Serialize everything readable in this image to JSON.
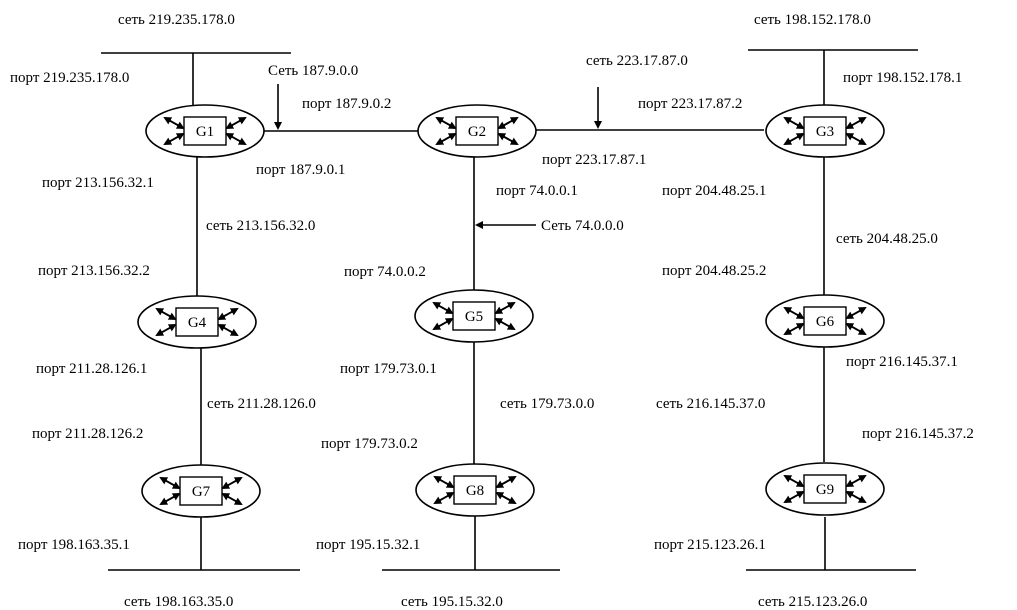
{
  "gateways": [
    {
      "id": "g1",
      "label": "G1"
    },
    {
      "id": "g2",
      "label": "G2"
    },
    {
      "id": "g3",
      "label": "G3"
    },
    {
      "id": "g4",
      "label": "G4"
    },
    {
      "id": "g5",
      "label": "G5"
    },
    {
      "id": "g6",
      "label": "G6"
    },
    {
      "id": "g7",
      "label": "G7"
    },
    {
      "id": "g8",
      "label": "G8"
    },
    {
      "id": "g9",
      "label": "G9"
    }
  ],
  "networks": {
    "n219": "сеть 219.235.178.0",
    "n198_152": "сеть 198.152.178.0",
    "n187": "Сеть 187.9.0.0",
    "n223": "сеть 223.17.87.0",
    "n213": "сеть 213.156.32.0",
    "n74": "Сеть 74.0.0.0",
    "n204": "сеть 204.48.25.0",
    "n211": "сеть 211.28.126.0",
    "n179": "сеть 179.73.0.0",
    "n216": "сеть 216.145.37.0",
    "n198_163": "сеть 198.163.35.0",
    "n195": "сеть 195.15.32.0",
    "n215": "сеть 215.123.26.0"
  },
  "ports": {
    "p219": "порт 219.235.178.0",
    "p198_152": "порт 198.152.178.1",
    "p187_2": "порт 187.9.0.2",
    "p223_2": "порт 223.17.87.2",
    "p187_1": "порт 187.9.0.1",
    "p223_1": "порт 223.17.87.1",
    "p213_1": "порт 213.156.32.1",
    "p74_1": "порт 74.0.0.1",
    "p204_1": "порт 204.48.25.1",
    "p213_2": "порт 213.156.32.2",
    "p74_2": "порт 74.0.0.2",
    "p204_2": "порт 204.48.25.2",
    "p216_1": "порт 216.145.37.1",
    "p211_1": "порт 211.28.126.1",
    "p179_1": "порт 179.73.0.1",
    "p211_2": "порт 211.28.126.2",
    "p179_2": "порт 179.73.0.2",
    "p216_2": "порт 216.145.37.2",
    "p198_163": "порт 198.163.35.1",
    "p195": "порт  195.15.32.1",
    "p215": "порт 215.123.26.1"
  }
}
